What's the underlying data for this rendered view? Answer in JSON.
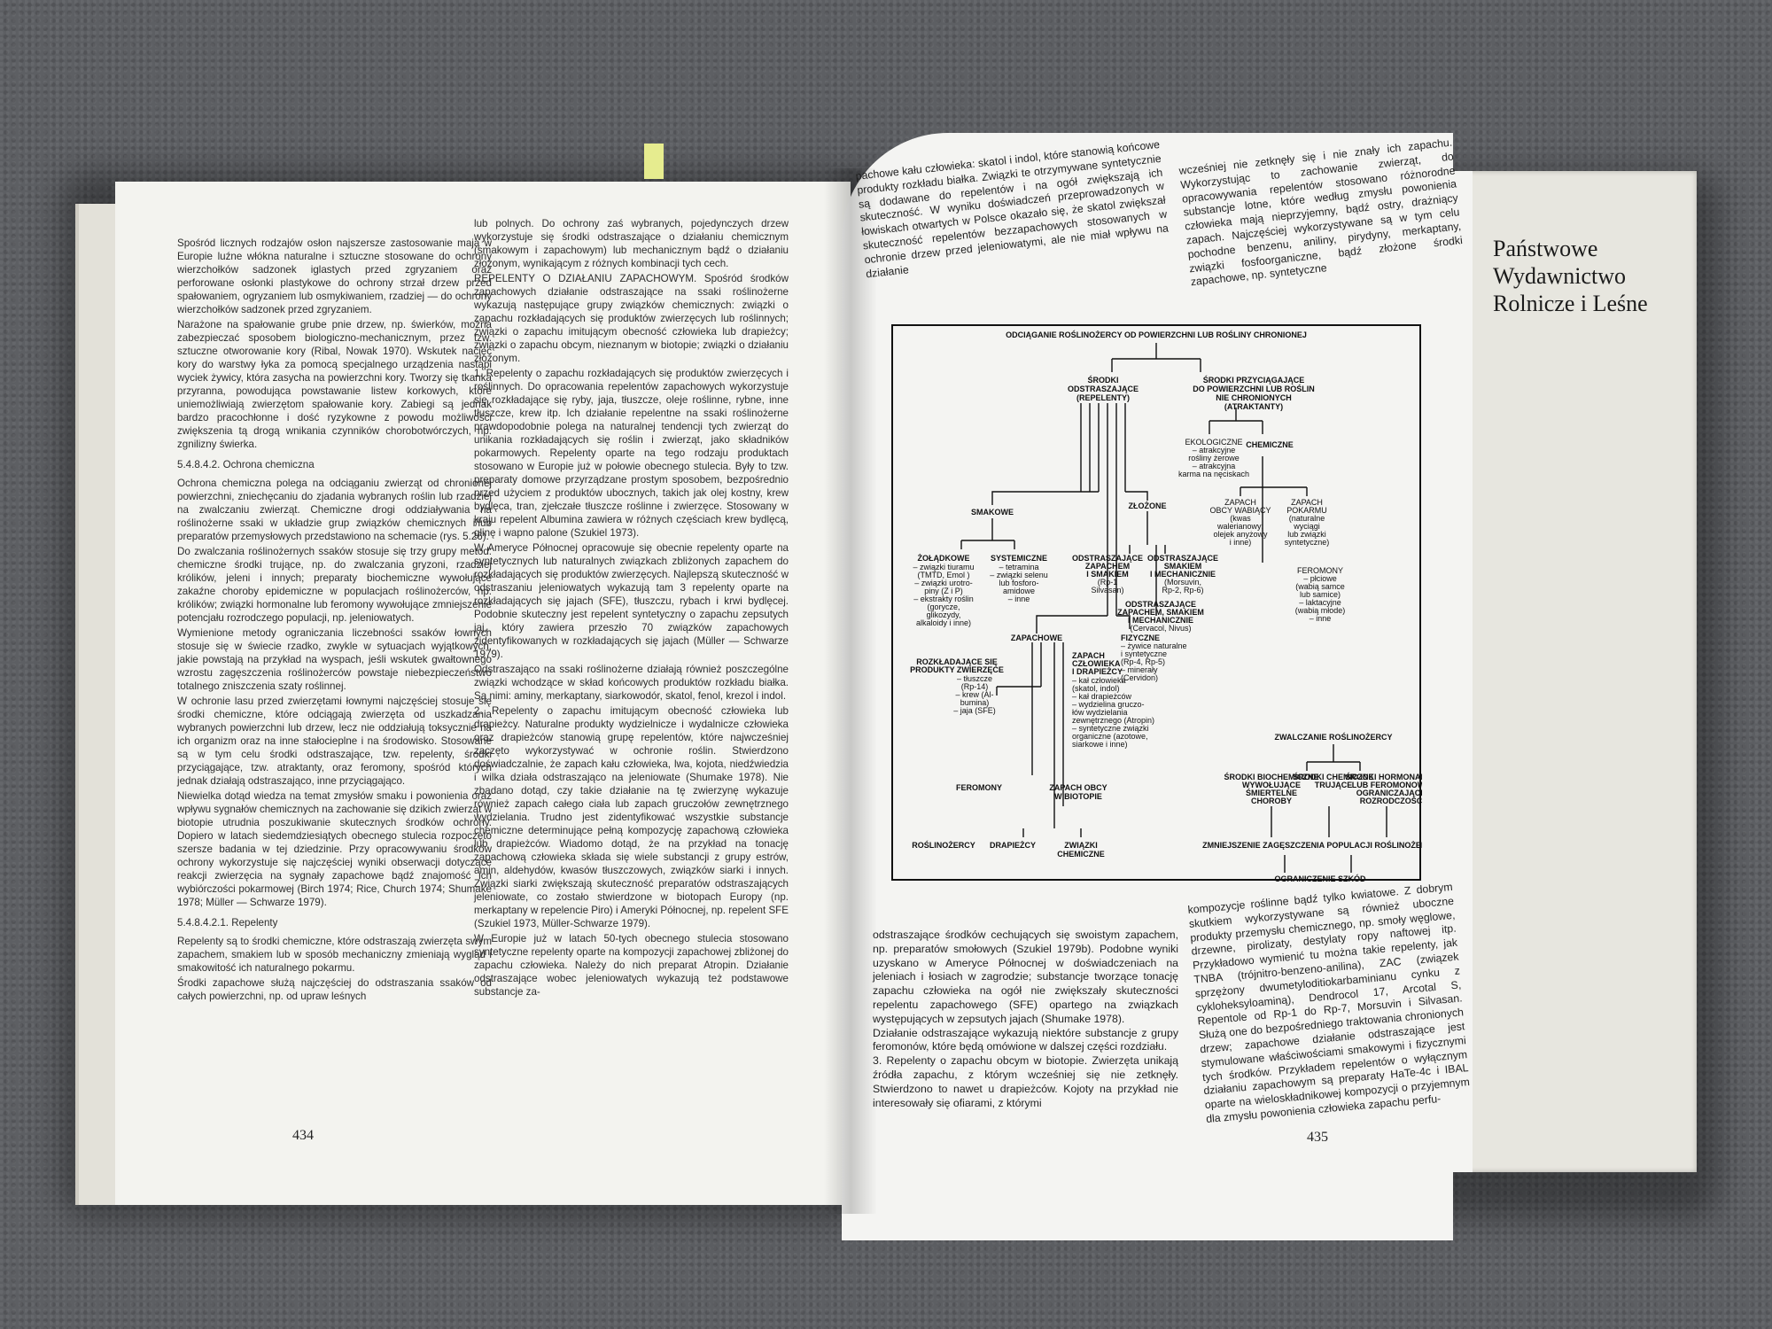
{
  "publisher": [
    "Państwowe",
    "Wydawnictwo",
    "Rolnicze i Leśne"
  ],
  "left_page": {
    "page_number": "434",
    "col1": [
      "Spośród licznych rodzajów osłon najszersze zastosowanie mają w Europie luźne włókna naturalne i sztuczne stosowane do ochrony wierzchołków sadzonek iglastych przed zgryzaniem oraz perforowane osłonki plastykowe do ochrony strzał drzew przed spałowaniem, ogryzaniem lub osmykiwaniem, rzadziej — do ochrony wierzchołków sadzonek przed zgryzaniem.",
      "Narażone na spałowanie grube pnie drzew, np. świerków, można zabezpieczać sposobem biologiczno-mechanicznym, przez tzw. sztuczne otworowanie kory (Ribal, Nowak 1970). Wskutek nacięć kory do warstwy łyka za pomocą specjalnego urządzenia nastąpi wyciek żywicy, która zasycha na powierzchni kory. Tworzy się tkanka przyranna, powodująca powstawanie listew korkowych, które uniemożliwiają zwierzętom spałowanie kory. Zabiegi są jednak bardzo pracochłonne i dość ryzykowne z powodu możliwości zwiększenia tą drogą wnikania czynników chorobotwórczych, np. zgnilizny świerka.",
      "5.4.8.4.2. Ochrona chemiczna",
      "Ochrona chemiczna polega na odciąganiu zwierząt od chronionej powierzchni, zniechęcaniu do zjadania wybranych roślin lub rzadziej na zwalczaniu zwierząt. Chemiczne drogi oddziaływania na roślinożerne ssaki w układzie grup związków chemicznych i/lub preparatów przemysłowych przedstawiono na schemacie (rys. 5.26).",
      "Do zwalczania roślinożernych ssaków stosuje się trzy grupy metod: chemiczne środki trujące, np. do zwalczania gryzoni, rzadziej królików, jeleni i innych; preparaty biochemiczne wywołujące zakaźne choroby epidemiczne w populacjach roślinożerców, np. królików; związki hormonalne lub feromony wywołujące zmniejszenie potencjału rozrodczego populacji, np. jeleniowatych.",
      "Wymienione metody ograniczania liczebności ssaków łownych stosuje się w świecie rzadko, zwykle w sytuacjach wyjątkowych, jakie powstają na przykład na wyspach, jeśli wskutek gwałtownego wzrostu zagęszczenia roślinożerców powstaje niebezpieczeństwo totalnego zniszczenia szaty roślinnej.",
      "W ochronie lasu przed zwierzętami łownymi najczęściej stosuje się środki chemiczne, które odciągają zwierzęta od uszkadzania wybranych powierzchni lub drzew, lecz nie oddziałują toksycznie na ich organizm oraz na inne stałocieplne i na środowisko. Stosowane są w tym celu środki odstraszające, tzw. repelenty, środki przyciągające, tzw. atraktanty, oraz feromony, spośród których jednak działają odstraszająco, inne przyciągająco.",
      "Niewielka dotąd wiedza na temat zmysłów smaku i powonienia oraz wpływu sygnałów chemicznych na zachowanie się dzikich zwierząt w biotopie utrudnia poszukiwanie skutecznych środków ochrony. Dopiero w latach siedemdziesiątych obecnego stulecia rozpoczęto szersze badania w tej dziedzinie. Przy opracowywaniu środków ochrony wykorzystuje się najczęściej wyniki obserwacji dotyczące reakcji zwierzęcia na sygnały zapachowe bądź znajomość ich wybiórczości pokarmowej (Birch 1974; Rice, Church 1974; Shumake 1978; Müller — Schwarze 1979).",
      "5.4.8.4.2.1. Repelenty",
      "Repelenty są to środki chemiczne, które odstraszają zwierzęta swym zapachem, smakiem lub w sposób mechaniczny zmieniają wygląd i smakowitość ich naturalnego pokarmu.",
      "Środki zapachowe służą najczęściej do odstraszania ssaków od całych powierzchni, np. od upraw leśnych"
    ],
    "col2": [
      "lub polnych. Do ochrony zaś wybranych, pojedynczych drzew wykorzystuje się środki odstraszające o działaniu chemicznym (smakowym i zapachowym) lub mechanicznym bądź o działaniu złożonym, wynikającym z różnych kombinacji tych cech.",
      "REPELENTY O DZIAŁANIU ZAPACHOWYM. Spośród środków zapachowych działanie odstraszające na ssaki roślinożerne wykazują następujące grupy związków chemicznych: związki o zapachu rozkładających się produktów zwierzęcych lub roślinnych; związki o zapachu imitującym obecność człowieka lub drapieżcy; związki o zapachu obcym, nieznanym w biotopie; związki o działaniu złożonym.",
      "1. Repelenty o zapachu rozkładających się produktów zwierzęcych i roślinnych. Do opracowania repelentów zapachowych wykorzystuje się rozkładające się ryby, jaja, tłuszcze, oleje roślinne, rybne, inne tłuszcze, krew itp. Ich działanie repelentne na ssaki roślinożerne prawdopodobnie polega na naturalnej tendencji tych zwierząt do unikania rozkładających się roślin i zwierząt, jako składników pokarmowych. Repelenty oparte na tego rodzaju produktach stosowano w Europie już w połowie obecnego stulecia. Były to tzw. preparaty domowe przyrządzane prostym sposobem, bezpośrednio przed użyciem z produktów ubocznych, takich jak olej kostny, krew bydlęca, tran, zjełczałe tłuszcze roślinne i zwierzęce. Stosowany w kraju repelent Albumina zawiera w różnych częściach krew bydlęcą, glinę i wapno palone (Szukiel 1973).",
      "W Ameryce Północnej opracowuje się obecnie repelenty oparte na syntetycznych lub naturalnych związkach zbliżonych zapachem do rozkładających się produktów zwierzęcych. Najlepszą skuteczność w odstraszaniu jeleniowatych wykazują tam 3 repelenty oparte na rozkładających się jajach (SFE), tłuszczu, rybach i krwi bydlęcej. Podobnie skuteczny jest repelent syntetyczny o zapachu zepsutych jaj, który zawiera przeszło 70 związków zapachowych zidentyfikowanych w rozkładających się jajach (Müller — Schwarze 1979).",
      "Odstraszająco na ssaki roślinożerne działają również poszczególne związki wchodzące w skład końcowych produktów rozkładu białka. Są nimi: aminy, merkaptany, siarkowodór, skatol, fenol, krezol i indol.",
      "2. Repelenty o zapachu imitującym obecność człowieka lub drapieżcy. Naturalne produkty wydzielnicze i wydalnicze człowieka oraz drapieżców stanowią grupę repelentów, które najwcześniej zaczęto wykorzystywać w ochronie roślin. Stwierdzono doświadczalnie, że zapach kału człowieka, lwa, kojota, niedźwiedzia i wilka działa odstraszająco na jeleniowate (Shumake 1978). Nie zbadano dotąd, czy takie działanie na tę zwierzynę wykazuje również zapach całego ciała lub zapach gruczołów zewnętrznego wydzielania. Trudno jest zidentyfikować wszystkie substancje chemiczne determinujące pełną kompozycję zapachową człowieka lub drapieżców. Wiadomo dotąd, że na przykład na tonację zapachową człowieka składa się wiele substancji z grupy estrów, amin, aldehydów, kwasów tłuszczowych, związków siarki i innych. Związki siarki zwiększają skuteczność preparatów odstraszających jeleniowate, co zostało stwierdzone w biotopach Europy (np. merkaptany w repelenciе Piro) i Ameryki Północnej, np. repelent SFE (Szukiel 1973, Müller-Schwarze 1979).",
      "W Europie już w latach 50-tych obecnego stulecia stosowano syntetyczne repelenty oparte na kompozycji zapachowej zbliżonej do zapachu człowieka. Należy do nich preparat Atropin. Działanie odstraszające wobec jeleniowatych wykazują też podstawowe substancje za-"
    ]
  },
  "right_page": {
    "page_number": "435",
    "top_left": "pachowe kału człowieka: skatol i indol, które stanowią końcowe produkty rozkładu białka. Związki te otrzymywane syntetycznie są dodawane do repelentów i na ogół zwiększają ich skuteczność. W wyniku doświadczeń przeprowadzonych w łowiskach otwartych w Polsce okazało się, że skatol zwiększał skuteczność repelentów bezzapachowych stosowanych w ochronie drzew przed jeleniowatymi, ale nie miał wpływu na działanie",
    "top_right": "wcześniej nie zetknęły się i nie znały ich zapachu. Wykorzystując to zachowanie zwierząt, do opracowywania repelentów stosowano różnorodne substancje lotne, które według zmysłu powonienia człowieka mają nieprzyjemny, bądź ostry, drażniący zapach. Najczęściej wykorzystywane są w tym celu pochodne benzenu, aniliny, pirydyny, merkaptany, związki fosfoorganiczne, bądź złożone środki zapachowe, np. syntetyczne",
    "bottom_left": [
      "odstraszające środków cechujących się swoistym zapachem, np. preparatów smołowych (Szukiel 1979b). Podobne wyniki uzyskano w Ameryce Północnej w doświadczeniach na jeleniach i łosiach w zagrodzie; substancje tworzące tonację zapachu człowieka na ogół nie zwiększały skuteczności repelentu zapachowego (SFE) opartego na związkach występujących w zepsutych jajach (Shumake 1978).",
      "Działanie odstraszające wykazują niektóre substancje z grupy feromonów, które będą omówione w dalszej części rozdziału.",
      "3. Repelenty o zapachu obcym w biotopie. Zwierzęta unikają źródła zapachu, z którym wcześniej się nie zetknęły. Stwierdzono to nawet u drapieżców. Kojoty na przykład nie interesowały się ofiarami, z którymi"
    ],
    "bottom_right": "kompozycje roślinne bądź tylko kwiatowe. Z dobrym skutkiem wykorzystywane są również uboczne produkty przemysłu chemicznego, np. smoły węglowe, drzewne, pirolizaty, destylaty ropy naftowej itp. Przykładowo wymienić tu można takie repelenty, jak TNBA (trójnitro-benzeno-anilina), ZAC (związek sprzężony dwumetyloditiokarbaminianu cynku z cykloheksyloaminą), Dendrocol 17, Arcotal S, Repentole od Rp-1 do Rp-7, Morsuvin i Silvasan. Służą one do bezpośredniego traktowania chronionych drzew; zapachowe działanie odstraszające jest stymulowane właściwościami smakowymi i fizycznymi tych środków. Przykładem repelentów o wyłącznym działaniu zapachowym są preparaty HaTe-4c i IBAL oparte na wieloskładnikowej kompozycji o przyjemnym dla zmysłu powonienia człowieka zapachu perfu-"
  },
  "diagram": {
    "title": "ODCIĄGANIE ROŚLINOŻERCY OD POWIERZCHNI LUB ROŚLINY CHRONIONEJ",
    "repelenty": [
      "ŚRODKI",
      "ODSTRASZAJĄCE",
      "(REPELENTY)"
    ],
    "atraktanty": [
      "ŚRODKI PRZYCIĄGAJĄCE",
      "DO POWIERZCHNI LUB ROŚLIN",
      "NIE CHRONIONYCH",
      "(ATRAKTANTY)"
    ],
    "ekologiczne": [
      "EKOLOGICZNE",
      "– atrakcyjne",
      "rośliny żerowe",
      "– atrakcyjna",
      "karma na nęciskach"
    ],
    "chemiczne": [
      "CHEMICZNE"
    ],
    "zapach_obcy_wab": [
      "ZAPACH",
      "OBCY WABIĄCY",
      "(kwas",
      "walerianowy;",
      "olejek anyżowy",
      "i inne)"
    ],
    "zapach_pokarmu": [
      "ZAPACH",
      "POKARMU",
      "(naturalne",
      "wyciągi",
      "lub związki",
      "syntetyczne)"
    ],
    "feromony_r": [
      "FEROMONY",
      "– płciowe",
      "(wabią samce",
      "lub samice)",
      "– laktacyjne",
      "(wabią młode)",
      "– inne"
    ],
    "smakowe": [
      "SMAKOWE"
    ],
    "zlozone": [
      "ZŁOŻONE"
    ],
    "zoladkowe": [
      "ŻOŁĄDKOWE",
      "– związki tiuramu",
      "(TMTD, Emol )",
      "– związki urotro-",
      "piny (Z i P)",
      "– ekstrakty roślin",
      "(gorycze,",
      "glikozydy,",
      "alkaloidy i inne)"
    ],
    "systemiczne": [
      "SYSTEMICZNE",
      "– tetramina",
      "– związki selenu",
      "lub fosforo-",
      "amidowe",
      "– inne"
    ],
    "odstr_zap_smak": [
      "ODSTRASZAJĄCE",
      "ZAPACHEM",
      "I SMAKIEM",
      "(Rp-1",
      "Silvasan)"
    ],
    "odstr_smak_mech": [
      "ODSTRASZAJĄCE",
      "SMAKIEM",
      "I MECHANICZNIE",
      "(Morsuvin,",
      "Rp-2, Rp-6)"
    ],
    "odstr_all": [
      "ODSTRASZAJĄCE",
      "ZAPACHEM, SMAKIEM",
      "I MECHANICZNIE",
      "(Cervacol, Nivus)"
    ],
    "zapachowe": [
      "ZAPACHOWE"
    ],
    "fizyczne": [
      "FIZYCZNE",
      "– żywice naturalne",
      "i syntetyczne",
      "(Rp-4, Rp-5)",
      "– minerały",
      "(Cervidon)"
    ],
    "rozkladajace": [
      "ROZKŁADAJĄCE SIĘ",
      "PRODUKTY ZWIERZĘCE",
      "– tłuszcze",
      "(Rp-14)",
      "– krew (Al-",
      "bumina)",
      "– jaja (SFE)"
    ],
    "zapach_czl": [
      "ZAPACH",
      "CZŁOWIEKA",
      "I DRAPIEŻCY",
      "– kał człowieka",
      "(skatol, indol)",
      "– kał drapieżców",
      "– wydzielina gruczo-",
      "łów wydzielania",
      "zewnętrznego (Atropin)",
      "– syntetyczne związki",
      "organiczne (azotowe,",
      "siarkowe i inne)"
    ],
    "feromony": [
      "FEROMONY"
    ],
    "zapach_obcy": [
      "ZAPACH OBCY",
      "W BIOTOPIE"
    ],
    "roslinozercy": [
      "ROŚLINOŻERCY"
    ],
    "drapiezcy": [
      "DRAPIEŻCY"
    ],
    "zwiazki_chem": [
      "ZWIĄZKI",
      "CHEMICZNE"
    ],
    "zwalczanie": [
      "ZWALCZANIE ROŚLINOŻERCY"
    ],
    "biochem": [
      "ŚRODKI BIOCHEMICZNE",
      "WYWOŁUJĄCE",
      "ŚMIERTELNE",
      "CHOROBY"
    ],
    "trujace": [
      "ŚRODKI CHEMICZNE",
      "TRUJĄCE"
    ],
    "hormonalne": [
      "ŚRODKI HORMONALNE",
      "LUB FEROMONOWE",
      "OGRANICZAJĄCE",
      "ROZRODCZOŚĆ"
    ],
    "zmniejszenie": [
      "ZMNIEJSZENIE ZAGĘSZCZENIA POPULACJI ROŚLINOŻERCY"
    ],
    "ograniczenie": [
      "OGRANICZENIE SZKÓD"
    ]
  }
}
